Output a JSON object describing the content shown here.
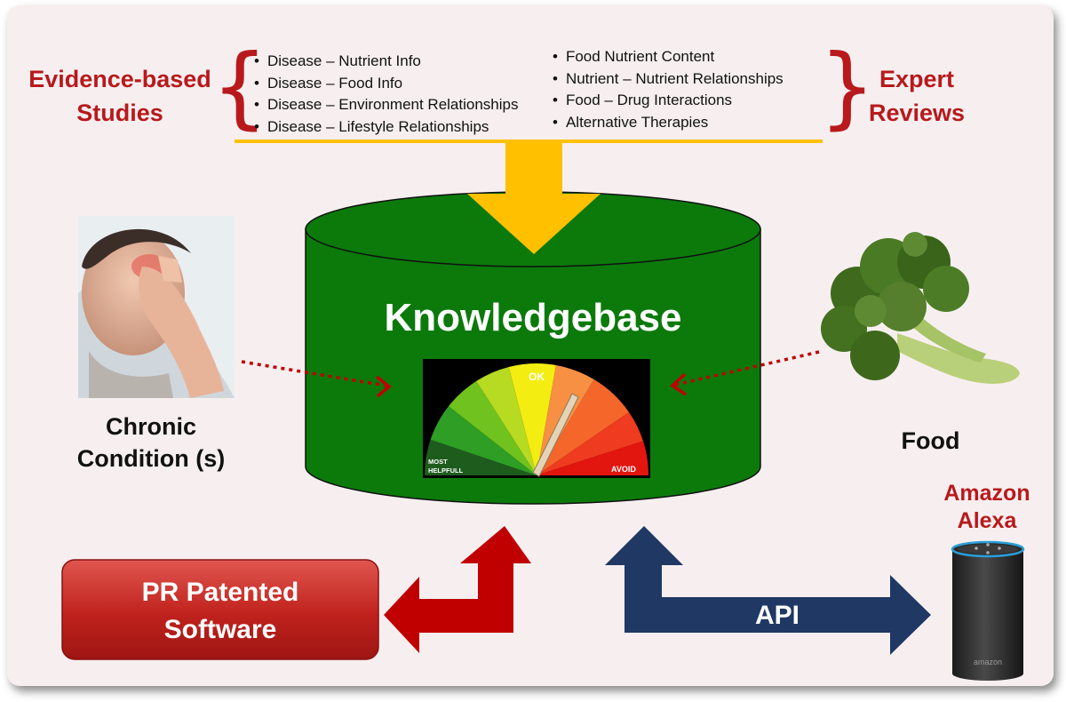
{
  "sources": {
    "left_title": "Evidence-based Studies",
    "right_title": "Expert Reviews",
    "left_list": [
      "Disease – Nutrient Info",
      "Disease – Food Info",
      "Disease – Environment Relationships",
      "Disease – Lifestyle Relationships"
    ],
    "right_list": [
      "Food Nutrient Content",
      "Nutrient – Nutrient Relationships",
      "Food – Drug Interactions",
      "Alternative Therapies"
    ]
  },
  "knowledgebase": {
    "title": "Knowledgebase",
    "gauge": {
      "label_ok": "OK",
      "label_most": "MOST",
      "label_helpfull": "HELPFULL",
      "label_avoid": "AVOID"
    }
  },
  "inputs": {
    "left_label": "Chronic Condition (s)",
    "right_label": "Food"
  },
  "software": {
    "label": "PR Patented Software"
  },
  "api": {
    "label": "API"
  },
  "alexa": {
    "label": "Amazon Alexa",
    "brand": "amazon"
  },
  "colors": {
    "accent_red": "#b8191c",
    "kb_green": "#0b7a0b",
    "arrow_yellow": "#ffc000",
    "arrow_navy": "#1f3864",
    "arrow_red": "#c00000"
  }
}
